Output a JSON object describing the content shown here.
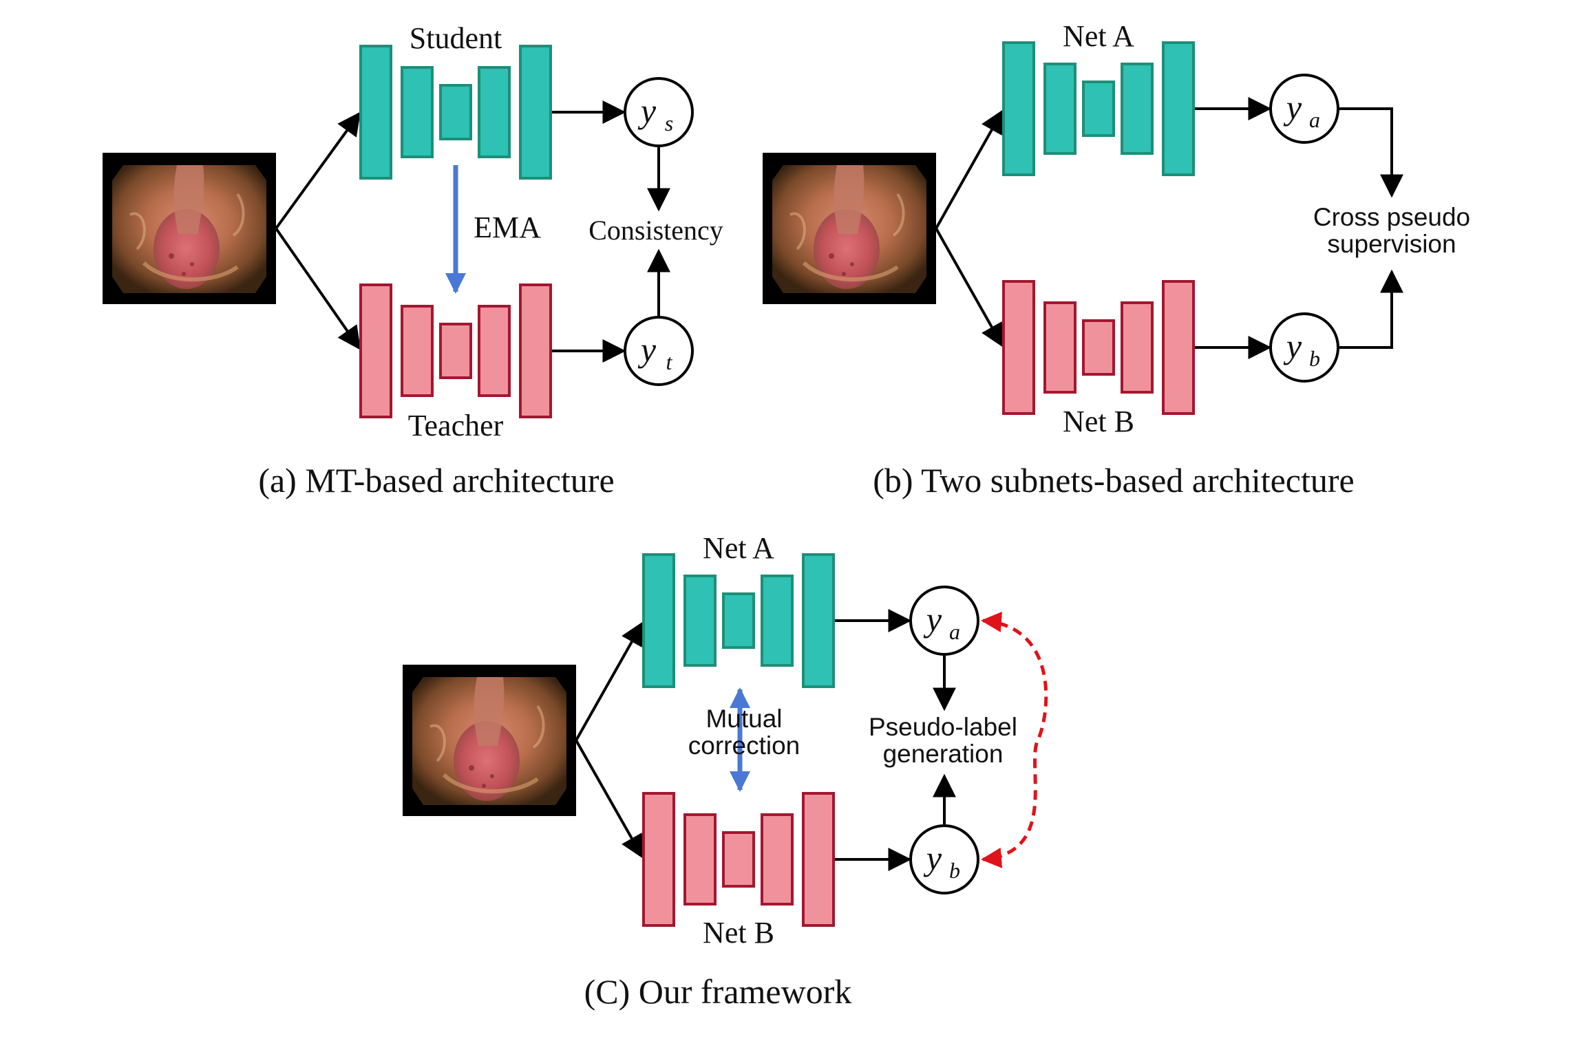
{
  "colors": {
    "green_fill": "#2EC1B4",
    "green_stroke": "#1D8F78",
    "pink_fill": "#F0929C",
    "pink_stroke": "#A3172F",
    "arrow": "#000000",
    "blue_arrow": "#4A79D5",
    "red_dashed": "#E0121A",
    "photo_bg": "#000000"
  },
  "panel_a": {
    "top_label": "Student",
    "bottom_label": "Teacher",
    "ema_label": "EMA",
    "node_top": "y",
    "node_top_sub": "s",
    "node_bottom": "y",
    "node_bottom_sub": "t",
    "consistency_label": "Consistency",
    "caption": "(a) MT-based architecture"
  },
  "panel_b": {
    "top_label": "Net A",
    "bottom_label": "Net B",
    "node_top": "y",
    "node_top_sub": "a",
    "node_bottom": "y",
    "node_bottom_sub": "b",
    "cps_line1": "Cross pseudo",
    "cps_line2": "supervision",
    "caption": "(b) Two subnets-based architecture"
  },
  "panel_c": {
    "top_label": "Net A",
    "bottom_label": "Net B",
    "node_top": "y",
    "node_top_sub": "a",
    "node_bottom": "y",
    "node_bottom_sub": "b",
    "mutual_line1": "Mutual",
    "mutual_line2": "correction",
    "plg_line1": "Pseudo-label",
    "plg_line2": "generation",
    "caption": "(C) Our framework"
  }
}
